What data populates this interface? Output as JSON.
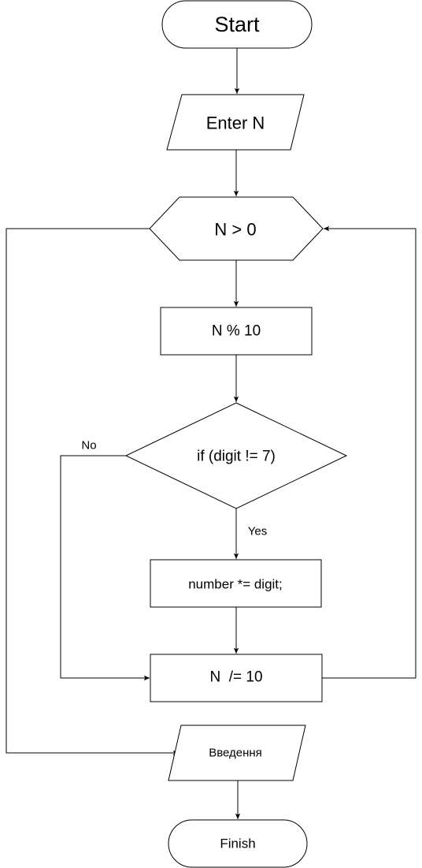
{
  "nodes": {
    "start": "Start",
    "input": "Enter N",
    "loop": "N > 0",
    "remainder": "N % 10",
    "condition": "if (digit != 7)",
    "multiply": "number *= digit;",
    "divide": "N  /= 10",
    "output": "Введення",
    "finish": "Finish"
  },
  "edges": {
    "no": "No",
    "yes": "Yes"
  },
  "colors": {
    "stroke": "#000000",
    "fill": "#ffffff"
  }
}
